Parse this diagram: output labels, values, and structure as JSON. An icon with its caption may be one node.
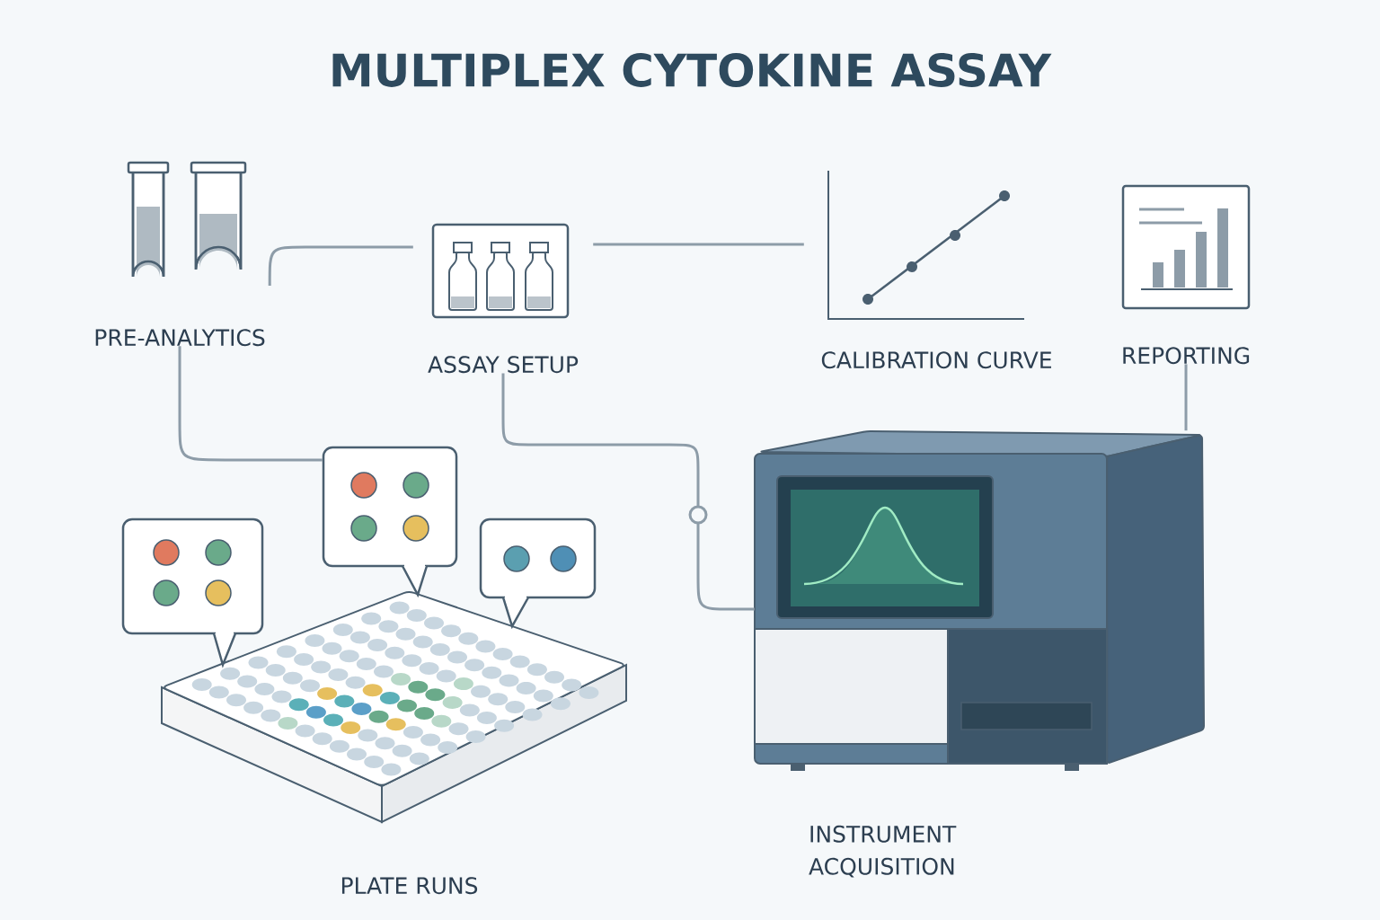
{
  "diagram": {
    "title": "MULTIPLEX CYTOKINE ASSAY",
    "nodes": [
      {
        "text": [
          "PRE-ANALYTICS"
        ]
      },
      {
        "text": [
          "ASSAY SETUP"
        ]
      },
      {
        "text": [
          "CALIBRATION CURVE"
        ]
      },
      {
        "text": [
          "REPORTING"
        ]
      },
      {
        "text": [
          "PLATE RUNS"
        ]
      },
      {
        "text": [],
        "shape": "box"
      },
      {
        "text": [],
        "shape": "box"
      },
      {
        "text": [],
        "shape": "box"
      },
      {
        "text": [
          "INSTRUMENT ACQUISITION"
        ]
      }
    ],
    "edges": [
      {
        "from": 0,
        "to": 1,
        "arrow": "none"
      },
      {
        "from": 1,
        "to": 2,
        "arrow": "none"
      },
      {
        "from": 0,
        "to": 6,
        "arrow": "none"
      },
      {
        "from": 1,
        "to": 8,
        "arrow": "none"
      },
      {
        "from": 3,
        "to": 8,
        "arrow": "none"
      }
    ]
  }
}
